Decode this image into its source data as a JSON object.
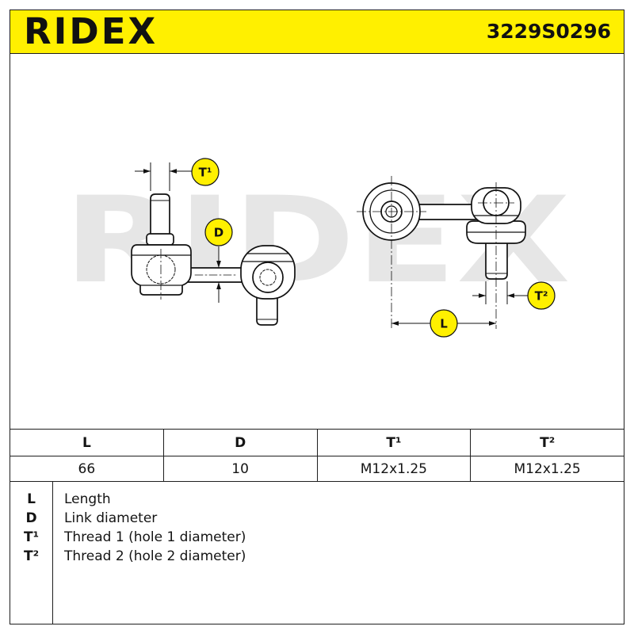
{
  "header": {
    "logo": "RIDEX",
    "part_number": "3229S0296",
    "background_color": "#FFF000"
  },
  "drawing": {
    "watermark": "RIDEX",
    "watermark_color": "#e6e6e6",
    "label_color": "#FFF000",
    "labels": {
      "t1": "T¹",
      "d": "D",
      "l": "L",
      "t2": "T²"
    }
  },
  "table": {
    "headers": [
      "L",
      "D",
      "T¹",
      "T²"
    ],
    "values": [
      "66",
      "10",
      "M12x1.25",
      "M12x1.25"
    ]
  },
  "legend": [
    {
      "key": "L",
      "text": "Length"
    },
    {
      "key": "D",
      "text": "Link diameter"
    },
    {
      "key": "T¹",
      "text": "Thread 1 (hole 1 diameter)"
    },
    {
      "key": "T²",
      "text": "Thread 2 (hole 2 diameter)"
    }
  ]
}
